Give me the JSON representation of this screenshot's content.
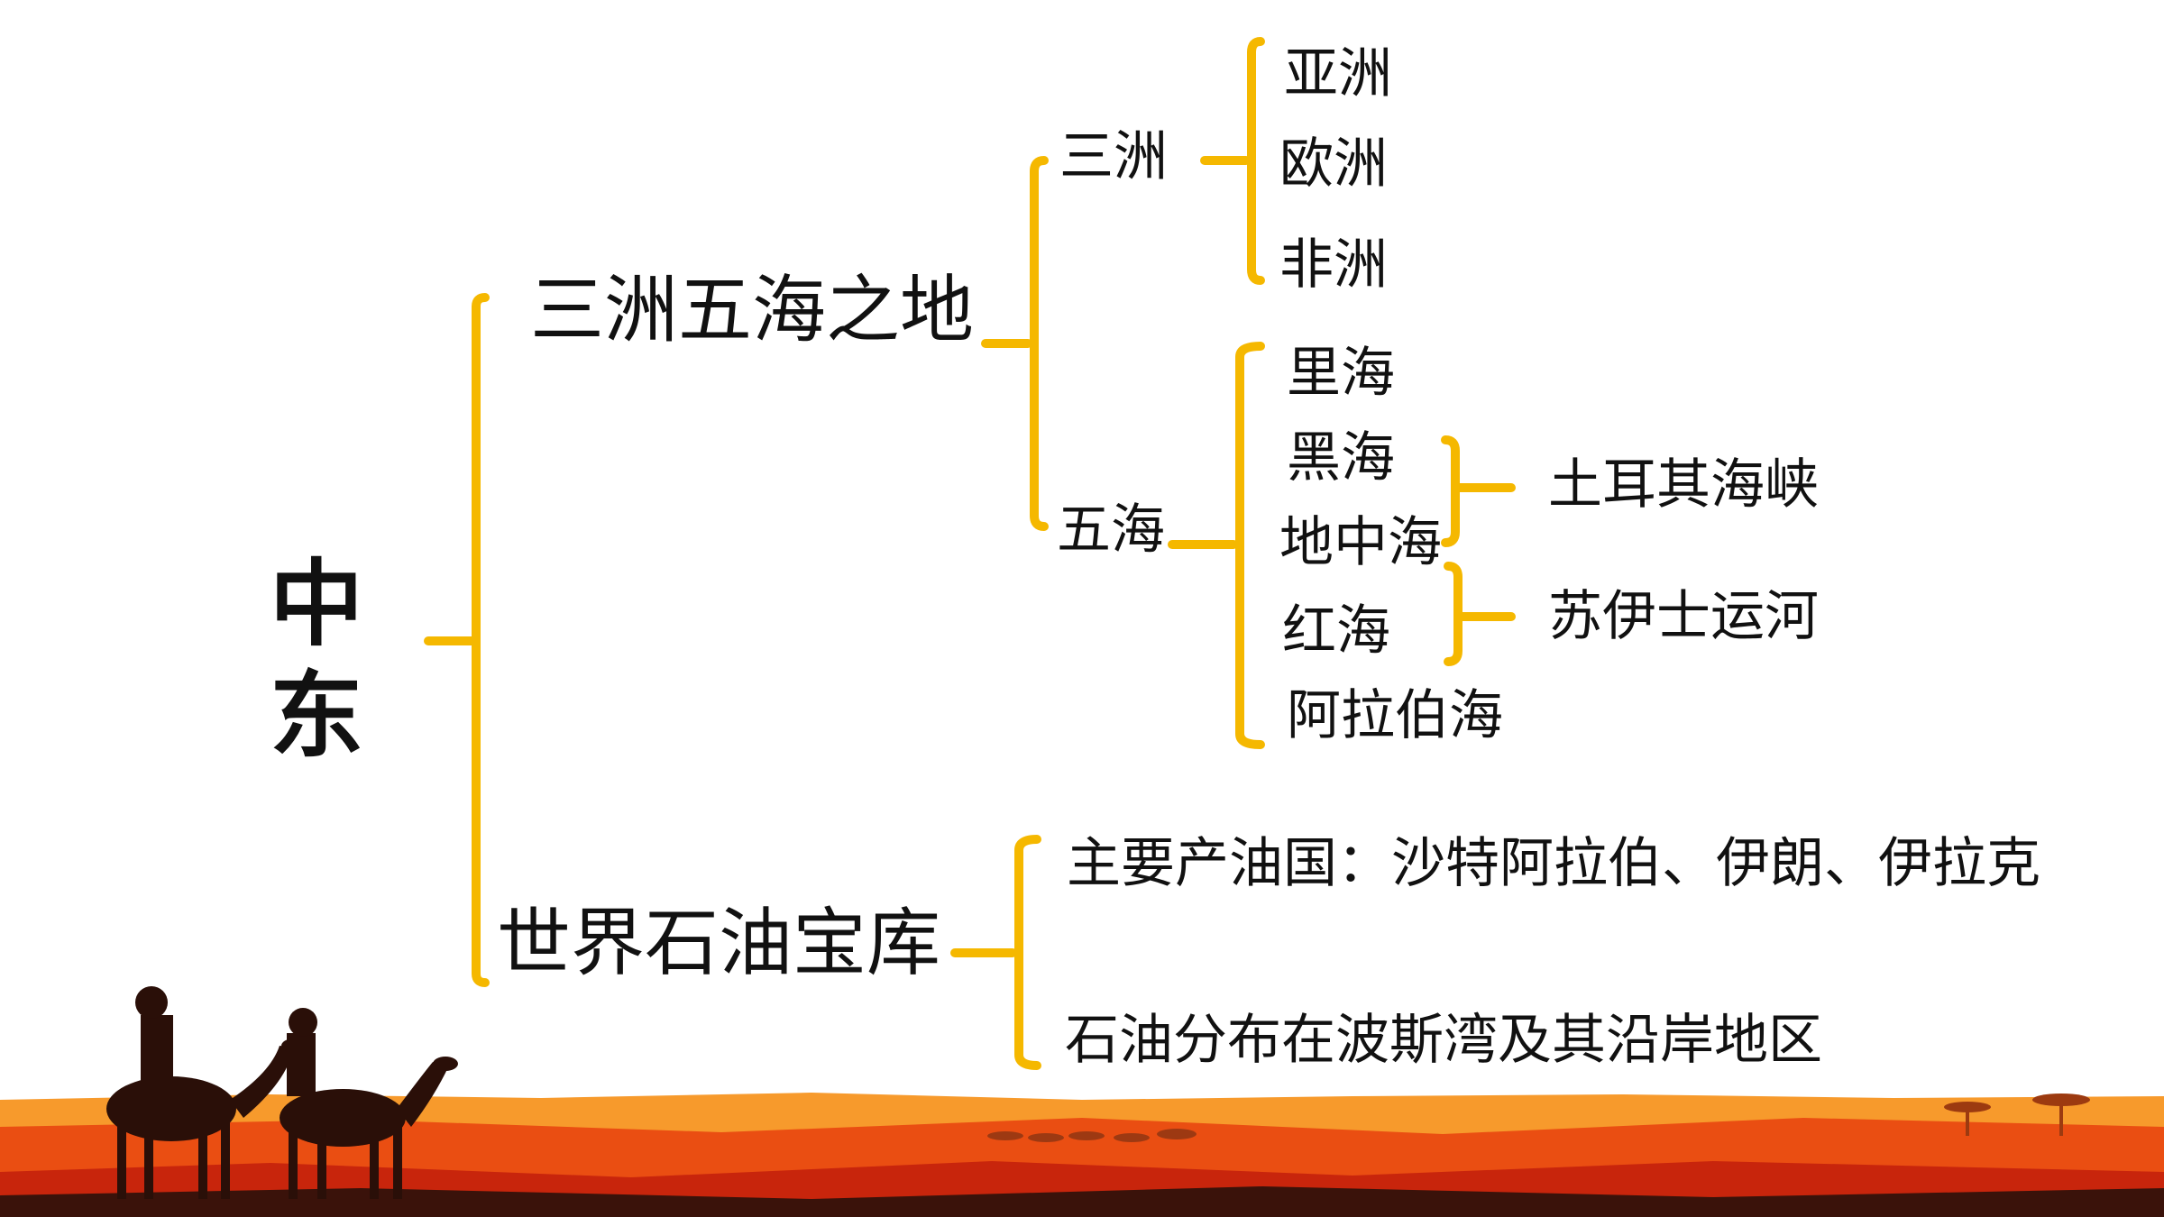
{
  "diagram": {
    "root": {
      "line1": "中",
      "line2": "东"
    },
    "branch_geo": {
      "label": "三洲五海之地",
      "continents": {
        "label": "三洲",
        "items": [
          "亚洲",
          "欧洲",
          "非洲"
        ]
      },
      "seas": {
        "label": "五海",
        "items": [
          "里海",
          "黑海",
          "地中海",
          "红海",
          "阿拉伯海"
        ]
      },
      "straits": "土耳其海峡",
      "canal": "苏伊士运河"
    },
    "branch_oil": {
      "label": "世界石油宝库",
      "items": [
        "主要产油国：沙特阿拉伯、伊朗、伊拉克",
        "石油分布在波斯湾及其沿岸地区"
      ]
    }
  },
  "colors": {
    "connector": "#f5b800",
    "ground_dark": "#c8250c",
    "ground_mid": "#ea4e12",
    "ground_light": "#f79a2c",
    "silhouette": "#2a0f08"
  }
}
